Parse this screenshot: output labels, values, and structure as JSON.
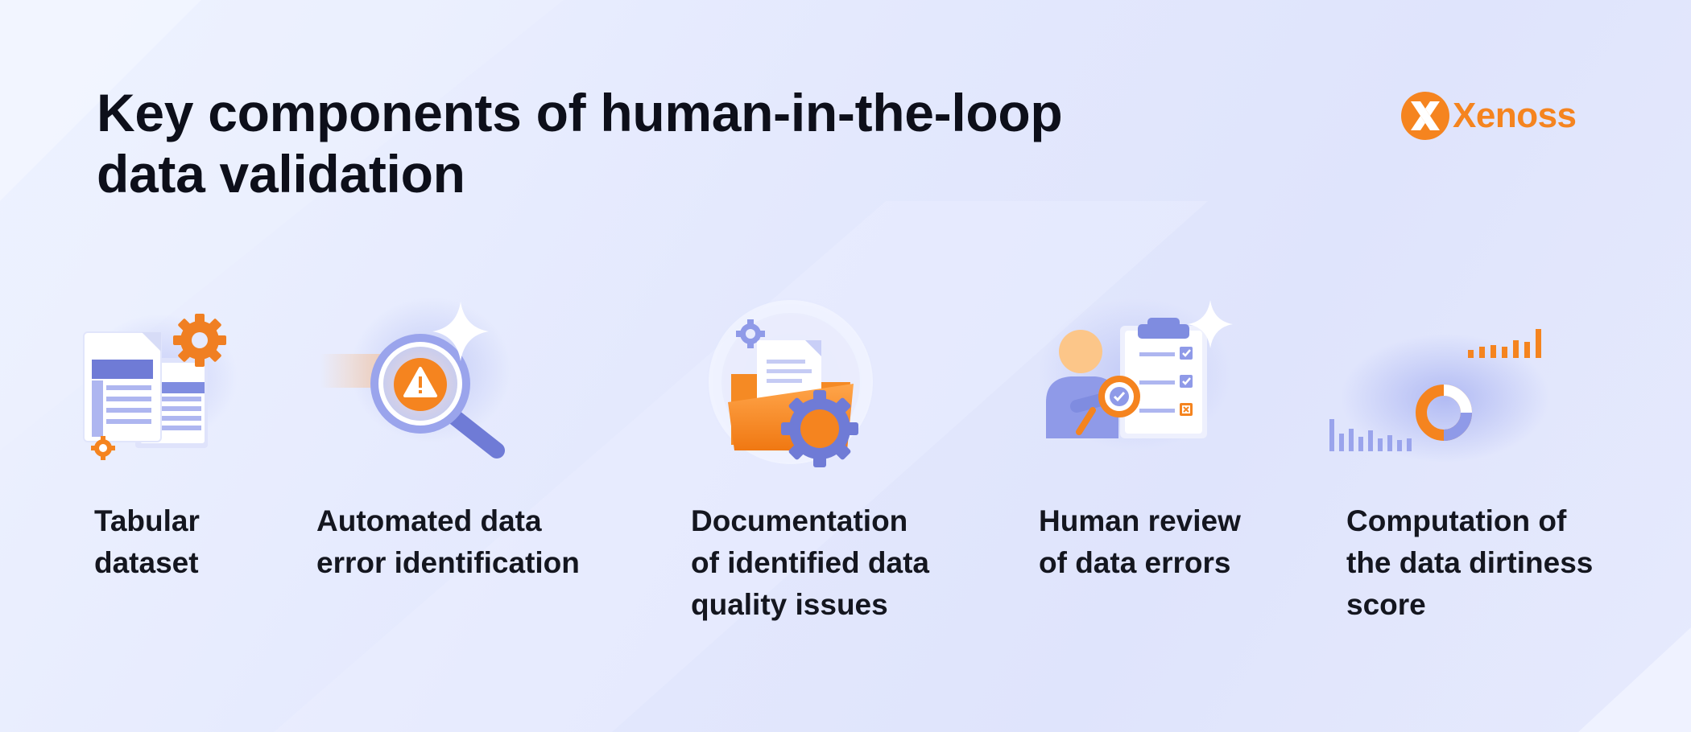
{
  "page": {
    "title_lines": [
      "Key components of human-in-the-loop",
      "data validation"
    ],
    "brand": {
      "name": "Xenoss",
      "color": "#f5841f"
    },
    "accent_colors": {
      "orange": "#f5841f",
      "periwinkle": "#8f9ae8",
      "indigo": "#6f7bd6"
    }
  },
  "components": [
    {
      "icon": "tabular-dataset-icon",
      "caption_lines": [
        "Tabular",
        "dataset"
      ]
    },
    {
      "icon": "magnifier-warning-icon",
      "caption_lines": [
        "Automated data",
        "error identification"
      ]
    },
    {
      "icon": "folder-gear-icon",
      "caption_lines": [
        "Documentation",
        "of identified data",
        "quality issues"
      ]
    },
    {
      "icon": "person-checklist-icon",
      "caption_lines": [
        "Human review",
        "of data errors"
      ]
    },
    {
      "icon": "donut-bar-chart-icon",
      "caption_lines": [
        "Computation of",
        "the data dirtiness",
        "score"
      ]
    }
  ]
}
